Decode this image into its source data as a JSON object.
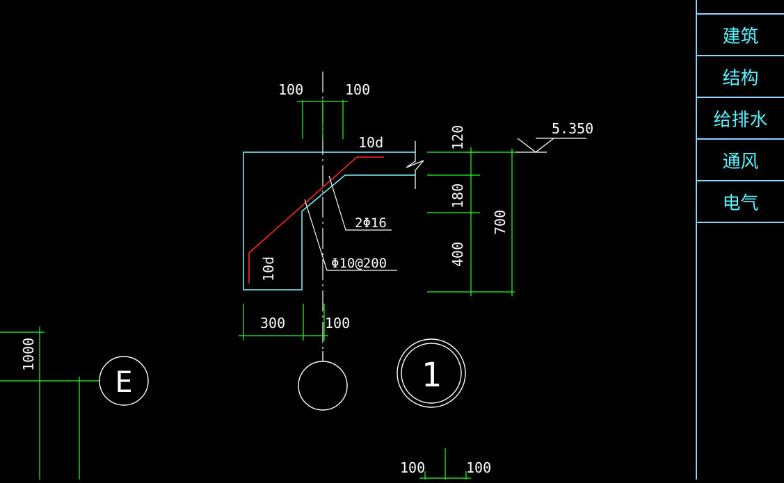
{
  "colors": {
    "background": "#000000",
    "dimension_green": "#28ff28",
    "outline_cyan": "#7ffcff",
    "rebar_red": "#ff2a2a",
    "text_white": "#ffffff",
    "leader_white": "#ffffff",
    "sidebar_text": "#59f3ff",
    "sidebar_border": "#8fd6ff"
  },
  "sidebar": {
    "items": [
      {
        "label": "建筑"
      },
      {
        "label": "结构"
      },
      {
        "label": "给排水"
      },
      {
        "label": "通风"
      },
      {
        "label": "电气"
      }
    ]
  },
  "drawing": {
    "dims": {
      "top_left": "100",
      "top_right": "100",
      "beam_top": "10d",
      "bottom_300": "300",
      "bottom_100": "100",
      "left_1000": "1000",
      "bottom_left_100": "100",
      "bottom_right_100": "100",
      "hook_10d": "10d",
      "v_120": "120",
      "v_180": "180",
      "v_400": "400",
      "v_700": "700"
    },
    "elevation": "5.350",
    "rebar_main": "2Φ16",
    "rebar_stirrup": "Φ10@200",
    "axis_e": "E",
    "axis_1": "1"
  }
}
